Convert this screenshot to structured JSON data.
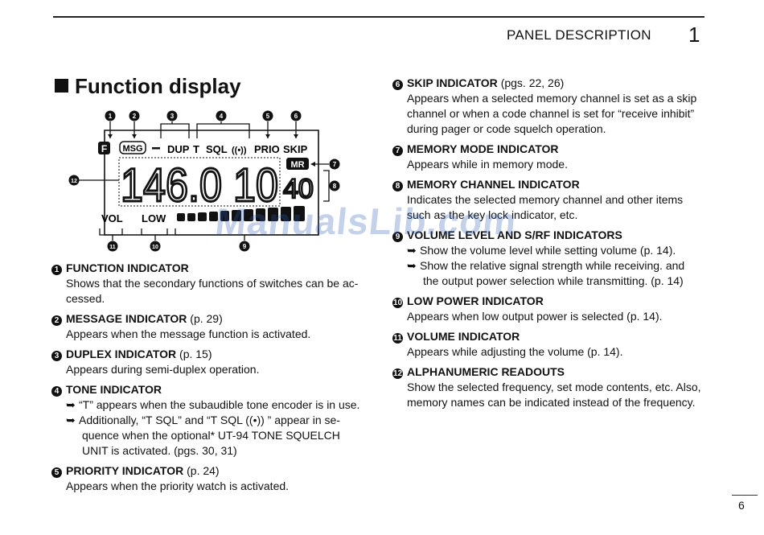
{
  "header": {
    "section": "PANEL DESCRIPTION",
    "chapter": "1"
  },
  "heading": "Function display",
  "diagram": {
    "top_labels": [
      "F",
      "MSG",
      "DUP",
      "T",
      "SQL",
      "((•))",
      "PRIO",
      "SKIP"
    ],
    "mr": "MR",
    "digits_main": "146.0 10",
    "digits_small": "40",
    "bottom_labels": [
      "VOL",
      "LOW"
    ],
    "callouts": [
      "1",
      "2",
      "3",
      "4",
      "5",
      "6",
      "7",
      "8",
      "9",
      "10",
      "11",
      "12"
    ]
  },
  "left_items": [
    {
      "num": "1",
      "title": "FUNCTION INDICATOR",
      "ref": "",
      "desc": "Shows that the secondary functions of switches can be ac- cessed."
    },
    {
      "num": "2",
      "title": "MESSAGE INDICATOR",
      "ref": "(p. 29)",
      "desc": "Appears when the message function is activated."
    },
    {
      "num": "3",
      "title": "DUPLEX INDICATOR",
      "ref": "(p. 15)",
      "desc": "Appears during semi-duplex operation."
    },
    {
      "num": "4",
      "title": "TONE INDICATOR",
      "ref": "",
      "bullets": [
        "“T” appears when the subaudible tone encoder is in use.",
        "Additionally, “T SQL” and “T SQL ((•)) ” appear in se- quence when the optional* UT-94 TONE SQUELCH UNIT is activated. (pgs. 30, 31)"
      ]
    },
    {
      "num": "5",
      "title": "PRIORITY INDICATOR",
      "ref": "(p. 24)",
      "desc": "Appears when the priority watch is activated."
    }
  ],
  "right_items": [
    {
      "num": "6",
      "title": "SKIP INDICATOR",
      "ref": "(pgs. 22, 26)",
      "desc": "Appears when a selected memory channel is set as a skip channel or when a code channel is set for “receive inhibit” during pager or code squelch operation."
    },
    {
      "num": "7",
      "title": "MEMORY MODE INDICATOR",
      "ref": "",
      "desc": "Appears while in memory mode."
    },
    {
      "num": "8",
      "title": "MEMORY CHANNEL INDICATOR",
      "ref": "",
      "desc": "Indicates the selected memory channel and other items such as the key lock indicator, etc."
    },
    {
      "num": "9",
      "title": "VOLUME LEVEL AND S/RF INDICATORS",
      "ref": "",
      "bullets": [
        "Show the volume level while setting volume (p. 14).",
        "Show the relative signal strength while receiving. and the output power selection while transmitting. (p. 14)"
      ]
    },
    {
      "num": "10",
      "title": "LOW POWER INDICATOR",
      "ref": "",
      "desc": "Appears when low output power is selected (p. 14)."
    },
    {
      "num": "11",
      "title": "VOLUME INDICATOR",
      "ref": "",
      "desc": "Appears while adjusting the volume (p. 14)."
    },
    {
      "num": "12",
      "title": "ALPHANUMERIC READOUTS",
      "ref": "",
      "desc": "Show the selected frequency, set mode contents, etc. Also, memory names can be indicated instead of the frequency."
    }
  ],
  "watermark": "ManualsLib.com",
  "page_number": "6"
}
